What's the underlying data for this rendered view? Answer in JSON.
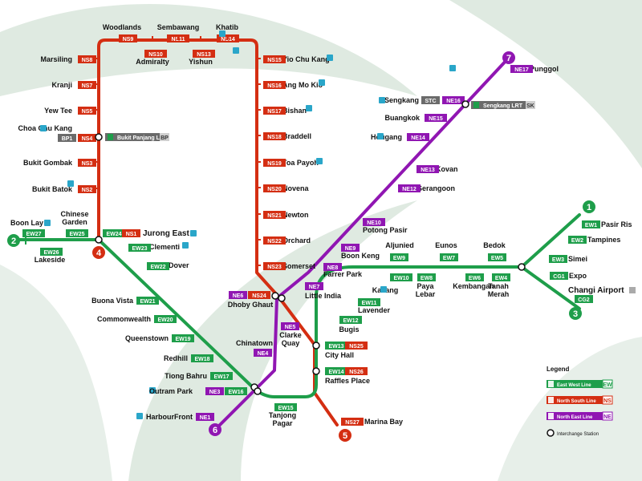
{
  "colors": {
    "ew": "#1e9e4a",
    "ns": "#d42e12",
    "ne": "#9016b2",
    "bg_swoosh": "#dde9e0",
    "lrt": "#6b6b6b",
    "amenity": "#2aa6c9"
  },
  "lines": {
    "ew_number_west": "2",
    "ew_number_east": "1",
    "ew_number_changi": "3",
    "ns_number_south": "5",
    "ns_number_west": "4",
    "ne_number_south": "6",
    "ne_number_north": "7"
  },
  "stations": [
    {
      "id": "woodlands",
      "name": "Woodlands",
      "codes": [
        "NS9"
      ],
      "line": "ns"
    },
    {
      "id": "sembawang",
      "name": "Sembawang",
      "codes": [
        "NS11"
      ],
      "line": "ns"
    },
    {
      "id": "khatib",
      "name": "Khatib",
      "codes": [
        "NS14"
      ],
      "line": "ns"
    },
    {
      "id": "admiralty",
      "name": "Admiralty",
      "codes": [
        "NS10"
      ],
      "line": "ns"
    },
    {
      "id": "yishun",
      "name": "Yishun",
      "codes": [
        "NS13"
      ],
      "line": "ns"
    },
    {
      "id": "marsiling",
      "name": "Marsiling",
      "codes": [
        "NS8"
      ],
      "line": "ns"
    },
    {
      "id": "kranji",
      "name": "Kranji",
      "codes": [
        "NS7"
      ],
      "line": "ns"
    },
    {
      "id": "yewtee",
      "name": "Yew Tee",
      "codes": [
        "NS5"
      ],
      "line": "ns"
    },
    {
      "id": "choachukang",
      "name": "Choa Chu Kang",
      "codes": [
        "BP1",
        "NS4"
      ],
      "line": "ns"
    },
    {
      "id": "bukitgombak",
      "name": "Bukit Gombak",
      "codes": [
        "NS3"
      ],
      "line": "ns"
    },
    {
      "id": "bukitbatok",
      "name": "Bukit Batok",
      "codes": [
        "NS2"
      ],
      "line": "ns"
    },
    {
      "id": "yiochukang",
      "name": "Yio Chu Kang",
      "codes": [
        "NS15"
      ],
      "line": "ns"
    },
    {
      "id": "angmokio",
      "name": "Ang Mo Kio",
      "codes": [
        "NS16"
      ],
      "line": "ns"
    },
    {
      "id": "bishan",
      "name": "Bishan",
      "codes": [
        "NS17"
      ],
      "line": "ns"
    },
    {
      "id": "braddell",
      "name": "Braddell",
      "codes": [
        "NS18"
      ],
      "line": "ns"
    },
    {
      "id": "toapayoh",
      "name": "Toa Payoh",
      "codes": [
        "NS19"
      ],
      "line": "ns"
    },
    {
      "id": "novena",
      "name": "Novena",
      "codes": [
        "NS20"
      ],
      "line": "ns"
    },
    {
      "id": "newton",
      "name": "Newton",
      "codes": [
        "NS21"
      ],
      "line": "ns"
    },
    {
      "id": "orchard",
      "name": "Orchard",
      "codes": [
        "NS22"
      ],
      "line": "ns"
    },
    {
      "id": "somerset",
      "name": "Somerset",
      "codes": [
        "NS23"
      ],
      "line": "ns"
    },
    {
      "id": "dhobyghaut",
      "name": "Dhoby Ghaut",
      "codes": [
        "NE6",
        "NS24"
      ],
      "line": "ns"
    },
    {
      "id": "cityhall",
      "name": "City Hall",
      "codes": [
        "EW13",
        "NS25"
      ],
      "line": "ns"
    },
    {
      "id": "rafflesplace",
      "name": "Raffles Place",
      "codes": [
        "EW14",
        "NS26"
      ],
      "line": "ns"
    },
    {
      "id": "marinabay",
      "name": "Marina Bay",
      "codes": [
        "NS27"
      ],
      "line": "ns"
    },
    {
      "id": "jurongeast",
      "name": "Jurong East",
      "codes": [
        "EW24",
        "NS1"
      ],
      "line": "ew"
    },
    {
      "id": "boonlay",
      "name": "Boon Lay",
      "codes": [
        "EW27"
      ],
      "line": "ew"
    },
    {
      "id": "chinesegarden",
      "name": "Chinese Garden",
      "codes": [
        "EW25"
      ],
      "line": "ew"
    },
    {
      "id": "lakeside",
      "name": "Lakeside",
      "codes": [
        "EW26"
      ],
      "line": "ew"
    },
    {
      "id": "clementi",
      "name": "Clementi",
      "codes": [
        "EW23"
      ],
      "line": "ew"
    },
    {
      "id": "dover",
      "name": "Dover",
      "codes": [
        "EW22"
      ],
      "line": "ew"
    },
    {
      "id": "buonavista",
      "name": "Buona Vista",
      "codes": [
        "EW21"
      ],
      "line": "ew"
    },
    {
      "id": "commonwealth",
      "name": "Commonwealth",
      "codes": [
        "EW20"
      ],
      "line": "ew"
    },
    {
      "id": "queenstown",
      "name": "Queenstown",
      "codes": [
        "EW19"
      ],
      "line": "ew"
    },
    {
      "id": "redhill",
      "name": "Redhill",
      "codes": [
        "EW18"
      ],
      "line": "ew"
    },
    {
      "id": "tiongbahru",
      "name": "Tiong Bahru",
      "codes": [
        "EW17"
      ],
      "line": "ew"
    },
    {
      "id": "outrampark",
      "name": "Outram Park",
      "codes": [
        "NE3",
        "EW16"
      ],
      "line": "ew"
    },
    {
      "id": "tanjongpagar",
      "name": "Tanjong Pagar",
      "codes": [
        "EW15"
      ],
      "line": "ew"
    },
    {
      "id": "bugis",
      "name": "Bugis",
      "codes": [
        "EW12"
      ],
      "line": "ew"
    },
    {
      "id": "lavender",
      "name": "Lavender",
      "codes": [
        "EW11"
      ],
      "line": "ew"
    },
    {
      "id": "kallang",
      "name": "Kallang",
      "codes": [
        "EW10"
      ],
      "line": "ew"
    },
    {
      "id": "aljunied",
      "name": "Aljunied",
      "codes": [
        "EW9"
      ],
      "line": "ew"
    },
    {
      "id": "payalebar",
      "name": "Paya Lebar",
      "codes": [
        "EW8"
      ],
      "line": "ew"
    },
    {
      "id": "eunos",
      "name": "Eunos",
      "codes": [
        "EW7"
      ],
      "line": "ew"
    },
    {
      "id": "kembangan",
      "name": "Kembangan",
      "codes": [
        "EW6"
      ],
      "line": "ew"
    },
    {
      "id": "bedok",
      "name": "Bedok",
      "codes": [
        "EW5"
      ],
      "line": "ew"
    },
    {
      "id": "tanahmerah",
      "name": "Tanah Merah",
      "codes": [
        "EW4"
      ],
      "line": "ew"
    },
    {
      "id": "simei",
      "name": "Simei",
      "codes": [
        "EW3"
      ],
      "line": "ew"
    },
    {
      "id": "tampines",
      "name": "Tampines",
      "codes": [
        "EW2"
      ],
      "line": "ew"
    },
    {
      "id": "pasirris",
      "name": "Pasir Ris",
      "codes": [
        "EW1"
      ],
      "line": "ew"
    },
    {
      "id": "expo",
      "name": "Expo",
      "codes": [
        "CG1"
      ],
      "line": "ew"
    },
    {
      "id": "changiairport",
      "name": "Changi Airport",
      "codes": [
        "CG2"
      ],
      "line": "ew"
    },
    {
      "id": "harbourfront",
      "name": "HarbourFront",
      "codes": [
        "NE1"
      ],
      "line": "ne"
    },
    {
      "id": "chinatown",
      "name": "Chinatown",
      "codes": [
        "NE4"
      ],
      "line": "ne"
    },
    {
      "id": "clarkequay",
      "name": "Clarke Quay",
      "codes": [
        "NE5"
      ],
      "line": "ne"
    },
    {
      "id": "littleindia",
      "name": "Little India",
      "codes": [
        "NE7"
      ],
      "line": "ne"
    },
    {
      "id": "farrerpark",
      "name": "Farrer Park",
      "codes": [
        "NE8"
      ],
      "line": "ne"
    },
    {
      "id": "boonkeng",
      "name": "Boon Keng",
      "codes": [
        "NE9"
      ],
      "line": "ne"
    },
    {
      "id": "potongpasir",
      "name": "Potong Pasir",
      "codes": [
        "NE10"
      ],
      "line": "ne"
    },
    {
      "id": "serangoon",
      "name": "Serangoon",
      "codes": [
        "NE12"
      ],
      "line": "ne"
    },
    {
      "id": "kovan",
      "name": "Kovan",
      "codes": [
        "NE13"
      ],
      "line": "ne"
    },
    {
      "id": "hougang",
      "name": "Hougang",
      "codes": [
        "NE14"
      ],
      "line": "ne"
    },
    {
      "id": "buangkok",
      "name": "Buangkok",
      "codes": [
        "NE15"
      ],
      "line": "ne"
    },
    {
      "id": "sengkang",
      "name": "Sengkang",
      "codes": [
        "STC",
        "NE16"
      ],
      "line": "ne"
    },
    {
      "id": "punggol",
      "name": "Punggol",
      "codes": [
        "NE17"
      ],
      "line": "ne"
    }
  ],
  "lrt": {
    "bukit_panjang": {
      "label": "Bukit Panjang LRT",
      "code": "BP"
    },
    "sengkang": {
      "label": "Sengkang LRT",
      "code": "SK"
    }
  },
  "legend": {
    "title": "Legend",
    "items": [
      {
        "label": "East West Line",
        "code": "EW",
        "color": "#1e9e4a"
      },
      {
        "label": "North South Line",
        "code": "NS",
        "color": "#d42e12"
      },
      {
        "label": "North East Line",
        "code": "NE",
        "color": "#9016b2"
      }
    ],
    "interchange": "Interchange Station"
  }
}
